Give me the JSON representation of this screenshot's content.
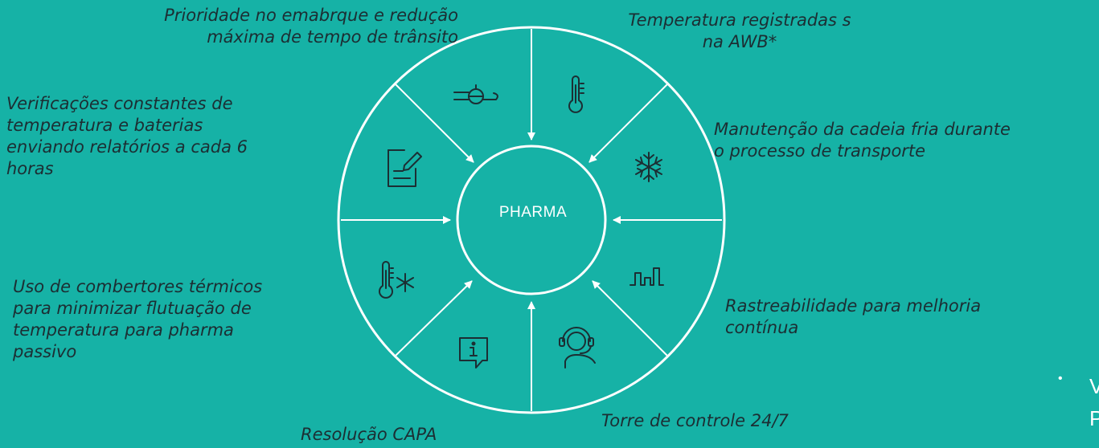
{
  "diagram": {
    "center_label": "PHARMA",
    "colors": {
      "background": "#16b2a6",
      "lines": "#ffffff",
      "text": "#1c2e33"
    },
    "segment_icons": [
      "airplane-icon",
      "thermometer-icon",
      "snowflake-icon",
      "bar-chart-icon",
      "headset-agent-icon",
      "info-chat-icon",
      "thermometer-snowflake-icon",
      "checklist-edit-icon"
    ],
    "labels": {
      "top_left": "Prioridade no emabrque e redução\nmáxima de tempo de trânsito",
      "top_right": "Temperatura registradas s\nna AWB*",
      "right_top": "Manutenção da cadeia fria durante\no processo de transporte",
      "right_bottom": "Rastreabilidade para melhoria\ncontínua",
      "bottom_right": "Torre de controle 24/7",
      "bottom_left": "Resolução CAPA",
      "left_bottom": "Uso de combertores térmicos\npara minimizar flutuação de\ntemperatura para pharma\npassivo",
      "left_top": "Verificações constantes de\ntemperatura e baterias\nenviando relatórios a cada 6\nhoras"
    }
  },
  "edge": {
    "bullet": "•",
    "char_top": "V",
    "char_bottom": "P"
  }
}
